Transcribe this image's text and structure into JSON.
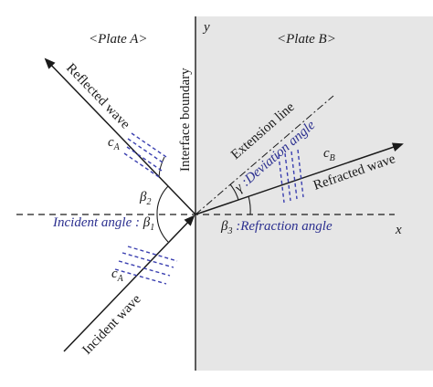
{
  "plates": {
    "a": "<Plate A>",
    "b": "<Plate B>"
  },
  "axes": {
    "x": "x",
    "y": "y"
  },
  "labels": {
    "interface": "Interface boundary",
    "reflected": "Reflected wave",
    "incident": "Incident wave",
    "refracted": "Refracted wave",
    "extension": "Extension line",
    "c_a_top": "c",
    "c_a_top_sub": "A",
    "c_a_bottom": "c",
    "c_a_bottom_sub": "A",
    "c_b": "c",
    "c_b_sub": "B",
    "beta2": "β",
    "beta2_sub": "2",
    "beta1": "β",
    "beta1_sub": "1",
    "beta3": "β",
    "beta3_sub": "3",
    "incident_angle_prefix": "Incident angle : ",
    "deviation_prefix": "γ",
    "deviation_text": " :Deviation angle",
    "refraction_text": " :Refraction angle"
  },
  "colors": {
    "plate_b_fill": "#e6e6e6",
    "line": "#1a1a1a",
    "accent": "#2b2f8f"
  }
}
